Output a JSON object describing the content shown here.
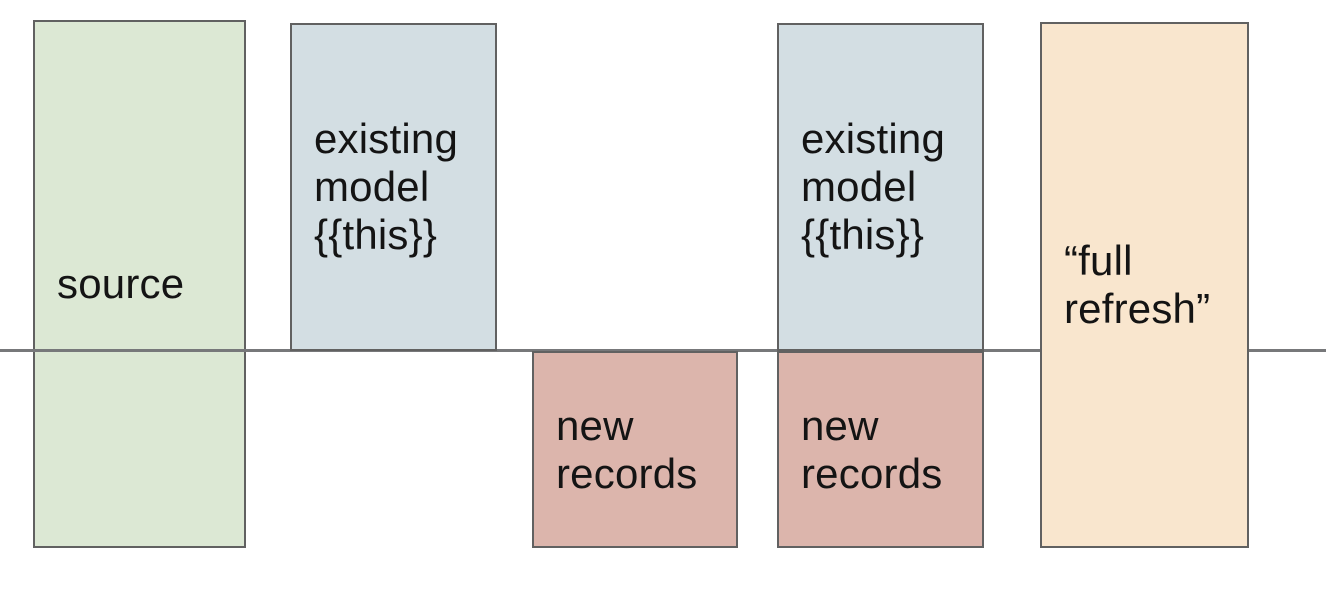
{
  "diagram": {
    "background": "#ffffff",
    "text_color": "#141414",
    "border_color": "#616161",
    "divider_line": {
      "name": "baseline-divider",
      "color": "#77787a"
    },
    "boxes": [
      {
        "key": "source",
        "label": "source",
        "fill": "#dce8d4"
      },
      {
        "key": "existing-model-left",
        "label": "existing\nmodel\n{{this}}",
        "fill": "#d3dee3"
      },
      {
        "key": "new-records-left",
        "label": "new\nrecords",
        "fill": "#dcb5ac"
      },
      {
        "key": "existing-model-right",
        "label": "existing\nmodel\n{{this}}",
        "fill": "#d3dee3"
      },
      {
        "key": "new-records-right",
        "label": "new\nrecords",
        "fill": "#dcb5ac"
      },
      {
        "key": "full-refresh",
        "label": "“full\nrefresh”",
        "fill": "#f9e6ce"
      }
    ]
  }
}
